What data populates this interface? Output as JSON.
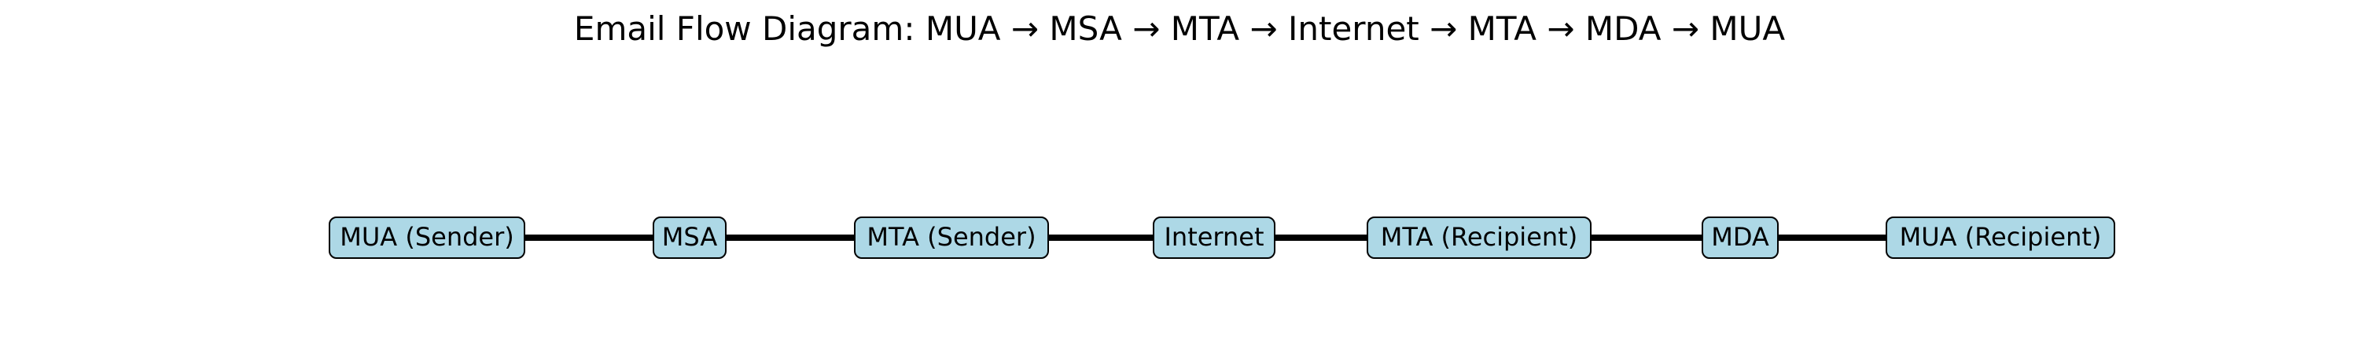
{
  "diagram": {
    "title": "Email Flow Diagram: MUA → MSA → MTA → Internet → MTA → MDA → MUA",
    "node_fill": "#add8e6",
    "border_color": "#000000",
    "line_color": "#000000",
    "nodes": [
      {
        "label": "MUA (Sender)"
      },
      {
        "label": "MSA"
      },
      {
        "label": "MTA (Sender)"
      },
      {
        "label": "Internet"
      },
      {
        "label": "MTA (Recipient)"
      },
      {
        "label": "MDA"
      },
      {
        "label": "MUA (Recipient)"
      }
    ]
  }
}
